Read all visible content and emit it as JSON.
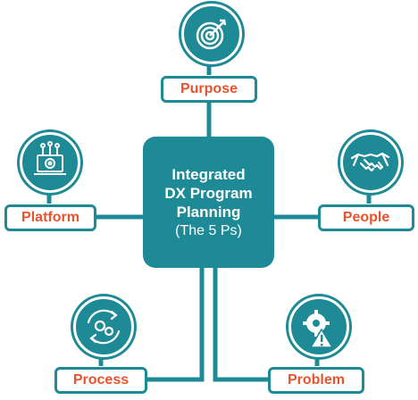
{
  "center": {
    "title_line1": "Integrated",
    "title_line2": "DX Program",
    "title_line3": "Planning",
    "subtitle": "(The 5 Ps)"
  },
  "nodes": {
    "purpose": {
      "label": "Purpose",
      "icon": "target-arrow-icon"
    },
    "platform": {
      "label": "Platform",
      "icon": "laptop-gear-icon"
    },
    "people": {
      "label": "People",
      "icon": "handshake-icon"
    },
    "process": {
      "label": "Process",
      "icon": "cycle-gears-icon"
    },
    "problem": {
      "label": "Problem",
      "icon": "gear-warning-icon"
    }
  },
  "colors": {
    "teal": "#1e8a96",
    "orange": "#e8532d",
    "white": "#ffffff"
  }
}
